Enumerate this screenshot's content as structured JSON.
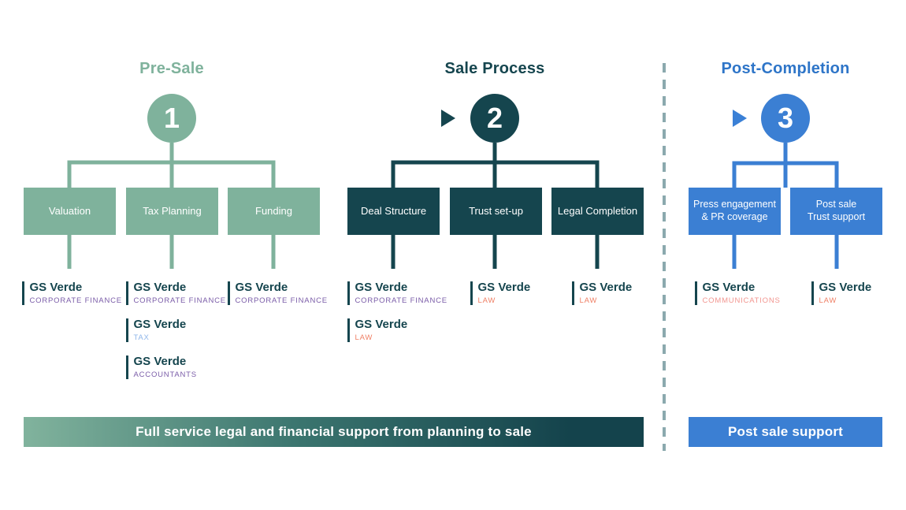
{
  "headers": {
    "pre_sale": "Pre-Sale",
    "sale_process": "Sale Process",
    "post_completion": "Post-Completion"
  },
  "steps": {
    "step1": "1",
    "step2": "2",
    "step3": "3"
  },
  "boxes": {
    "valuation": "Valuation",
    "tax_planning": "Tax Planning",
    "funding": "Funding",
    "deal_structure": "Deal Structure",
    "trust_setup": "Trust set-up",
    "legal_completion": "Legal Completion",
    "press_engagement_line1": "Press engagement",
    "press_engagement_line2": "& PR coverage",
    "post_sale_trust_line1": "Post sale",
    "post_sale_trust_line2": "Trust support"
  },
  "brand_labels": [
    {
      "name": "GS Verde",
      "division": "CORPORATE FINANCE",
      "color": "#7a5ca8"
    },
    {
      "name": "GS Verde",
      "division": "CORPORATE FINANCE",
      "color": "#7a5ca8"
    },
    {
      "name": "GS Verde",
      "division": "CORPORATE FINANCE",
      "color": "#7a5ca8"
    },
    {
      "name": "GS Verde",
      "division": "TAX",
      "color": "#8fb6ea"
    },
    {
      "name": "GS Verde",
      "division": "ACCOUNTANTS",
      "color": "#7a5ca8"
    },
    {
      "name": "GS Verde",
      "division": "CORPORATE FINANCE",
      "color": "#7a5ca8"
    },
    {
      "name": "GS Verde",
      "division": "LAW",
      "color": "#ef8066"
    },
    {
      "name": "GS Verde",
      "division": "LAW",
      "color": "#ef8066"
    },
    {
      "name": "GS Verde",
      "division": "LAW",
      "color": "#ef8066"
    },
    {
      "name": "GS Verde",
      "division": "COMMUNICATIONS",
      "color": "#f29690"
    },
    {
      "name": "GS Verde",
      "division": "LAW",
      "color": "#ef8066"
    }
  ],
  "banners": {
    "full_service": "Full service legal and financial support from planning to sale",
    "post_sale_support": "Post sale support"
  },
  "colors": {
    "sage": "#7fb29c",
    "teal": "#15454e",
    "blue": "#3b7fd3",
    "blue_header": "#2e75c8",
    "dash": "#8ba9ae",
    "purple": "#7a5ca8",
    "light_blue": "#8fb6ea",
    "salmon": "#ef8066",
    "pink": "#f29690"
  }
}
